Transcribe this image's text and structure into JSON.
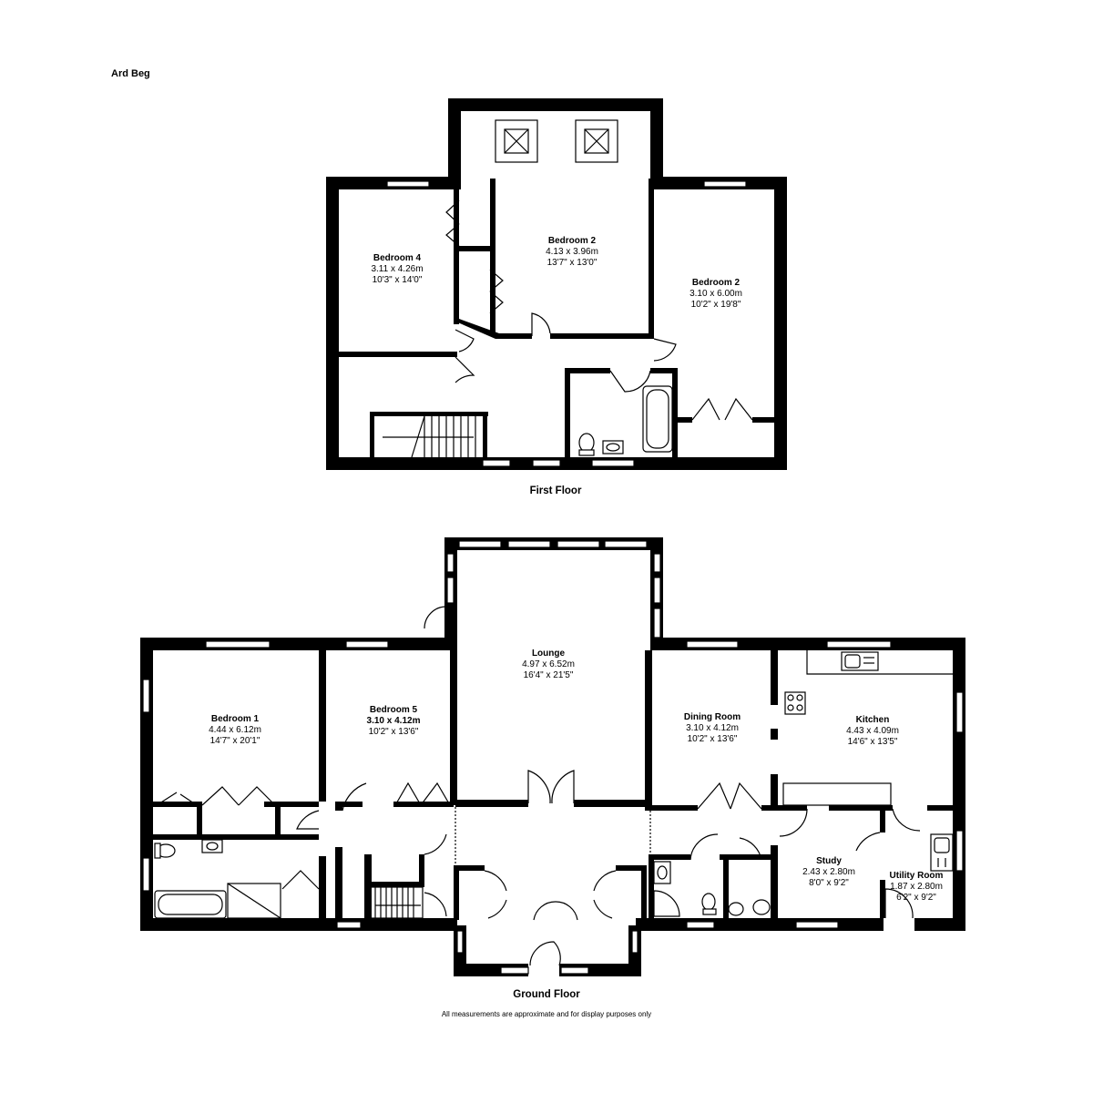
{
  "property_name": "Ard Beg",
  "disclaimer": "All measurements are approximate and for display purposes only",
  "first_floor": {
    "label": "First Floor",
    "rooms": [
      {
        "id": "bedroom4",
        "name": "Bedroom 4",
        "metric": "3.11 x 4.26m",
        "imperial": "10'3\" x 14'0\""
      },
      {
        "id": "bedroom2a",
        "name": "Bedroom 2",
        "metric": "4.13 x 3.96m",
        "imperial": "13'7\" x 13'0\""
      },
      {
        "id": "bedroom2b",
        "name": "Bedroom 2",
        "metric": "3.10 x 6.00m",
        "imperial": "10'2\" x 19'8\""
      }
    ]
  },
  "ground_floor": {
    "label": "Ground Floor",
    "rooms": [
      {
        "id": "bedroom1",
        "name": "Bedroom 1",
        "metric": "4.44 x 6.12m",
        "imperial": "14'7\" x 20'1\""
      },
      {
        "id": "bedroom5",
        "name": "Bedroom 5",
        "metric": "3.10 x 4.12m",
        "imperial": "10'2\" x 13'6\""
      },
      {
        "id": "lounge",
        "name": "Lounge",
        "metric": "4.97 x 6.52m",
        "imperial": "16'4\" x 21'5\""
      },
      {
        "id": "dining",
        "name": "Dining Room",
        "metric": "3.10 x 4.12m",
        "imperial": "10'2\" x 13'6\""
      },
      {
        "id": "kitchen",
        "name": "Kitchen",
        "metric": "4.43 x 4.09m",
        "imperial": "14'6\" x 13'5\""
      },
      {
        "id": "study",
        "name": "Study",
        "metric": "2.43 x 2.80m",
        "imperial": "8'0\" x 9'2\""
      },
      {
        "id": "utility",
        "name": "Utility Room",
        "metric": "1.87 x 2.80m",
        "imperial": "6'2\" x 9'2\""
      }
    ]
  }
}
